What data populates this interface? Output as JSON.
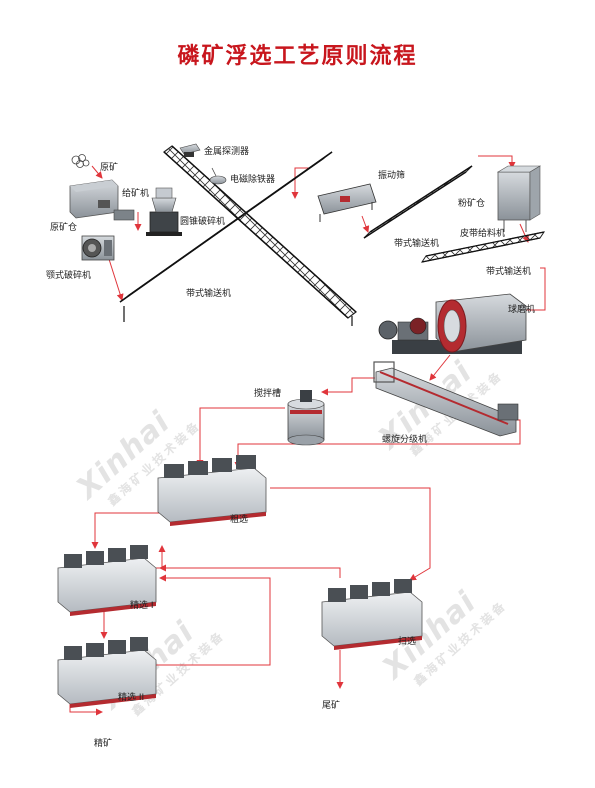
{
  "title": "磷矿浮选工艺原则流程",
  "labels": {
    "raw_ore": "原矿",
    "feeder": "给矿机",
    "ore_bin": "原矿仓",
    "jaw_crusher": "颚式破碎机",
    "cone_crusher": "圆锥破碎机",
    "belt_conveyor_1": "带式输送机",
    "metal_detector": "金属探测器",
    "magnetic_separator": "电磁除铁器",
    "vibrating_screen": "振动筛",
    "belt_conveyor_2": "带式输送机",
    "powder_bin": "粉矿仓",
    "belt_feeder": "皮带给料机",
    "belt_conveyor_3": "带式输送机",
    "ball_mill": "球磨机",
    "mixing_tank": "搅拌槽",
    "spiral_classifier": "螺旋分级机",
    "rougher": "粗选",
    "cleaner_1": "精选 I",
    "cleaner_2": "精选 II",
    "scavenger": "扫选",
    "concentrate": "精矿",
    "tailings": "尾矿"
  },
  "watermark": {
    "brand": "Xinhai",
    "company": "鑫海矿业技术装备"
  },
  "colors": {
    "title": "#c8161d",
    "flow_line": "#e0353b",
    "machine": "#9aa1a8"
  }
}
